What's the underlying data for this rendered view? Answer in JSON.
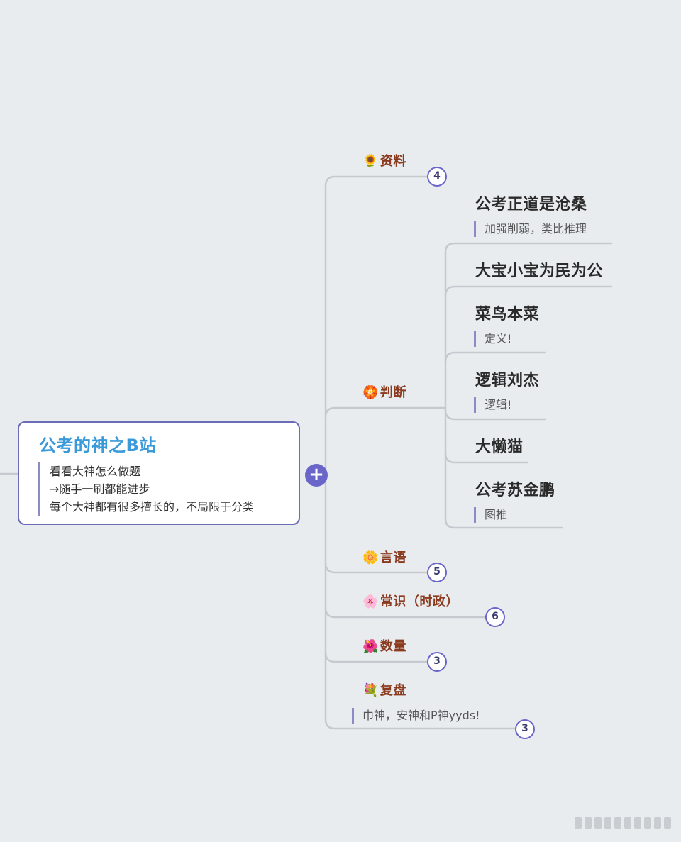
{
  "root": {
    "title": "公考的神之B站",
    "notes": [
      "看看大神怎么做题",
      "→随手一刷都能进步",
      "每个大神都有很多擅长的，不局限于分类"
    ],
    "expand_symbol": "+"
  },
  "categories": {
    "ziliao": {
      "icon": "sunflower-icon",
      "emoji": "🌻",
      "label": "资料",
      "count": "4"
    },
    "panduan": {
      "icon": "flower-icon",
      "emoji": "🏵️",
      "label": "判断"
    },
    "yanyu": {
      "icon": "blossom-icon",
      "emoji": "🌼",
      "label": "言语",
      "count": "5"
    },
    "changshi": {
      "icon": "cherry-blossom-icon",
      "emoji": "🌸",
      "label": "常识（时政）",
      "count": "6"
    },
    "shuliang": {
      "icon": "hibiscus-icon",
      "emoji": "🌺",
      "label": "数量",
      "count": "3"
    },
    "fupan": {
      "icon": "bouquet-icon",
      "emoji": "💐",
      "label": "复盘",
      "note": "巾神，安神和P神yyds!",
      "count": "3"
    }
  },
  "panduan_children": [
    {
      "label": "公考正道是沧桑",
      "note": "加强削弱，类比推理"
    },
    {
      "label": "大宝小宝为民为公"
    },
    {
      "label": "菜鸟本菜",
      "note": "定义!"
    },
    {
      "label": "逻辑刘杰",
      "note": "逻辑!"
    },
    {
      "label": "大懒猫"
    },
    {
      "label": "公考苏金鹏",
      "note": "图推"
    }
  ],
  "colors": {
    "background": "#e8ecef",
    "accent": "#6a66c9",
    "category_text": "#8a3a1e",
    "root_title": "#3a9ad9",
    "line": "#c8ccd2"
  }
}
